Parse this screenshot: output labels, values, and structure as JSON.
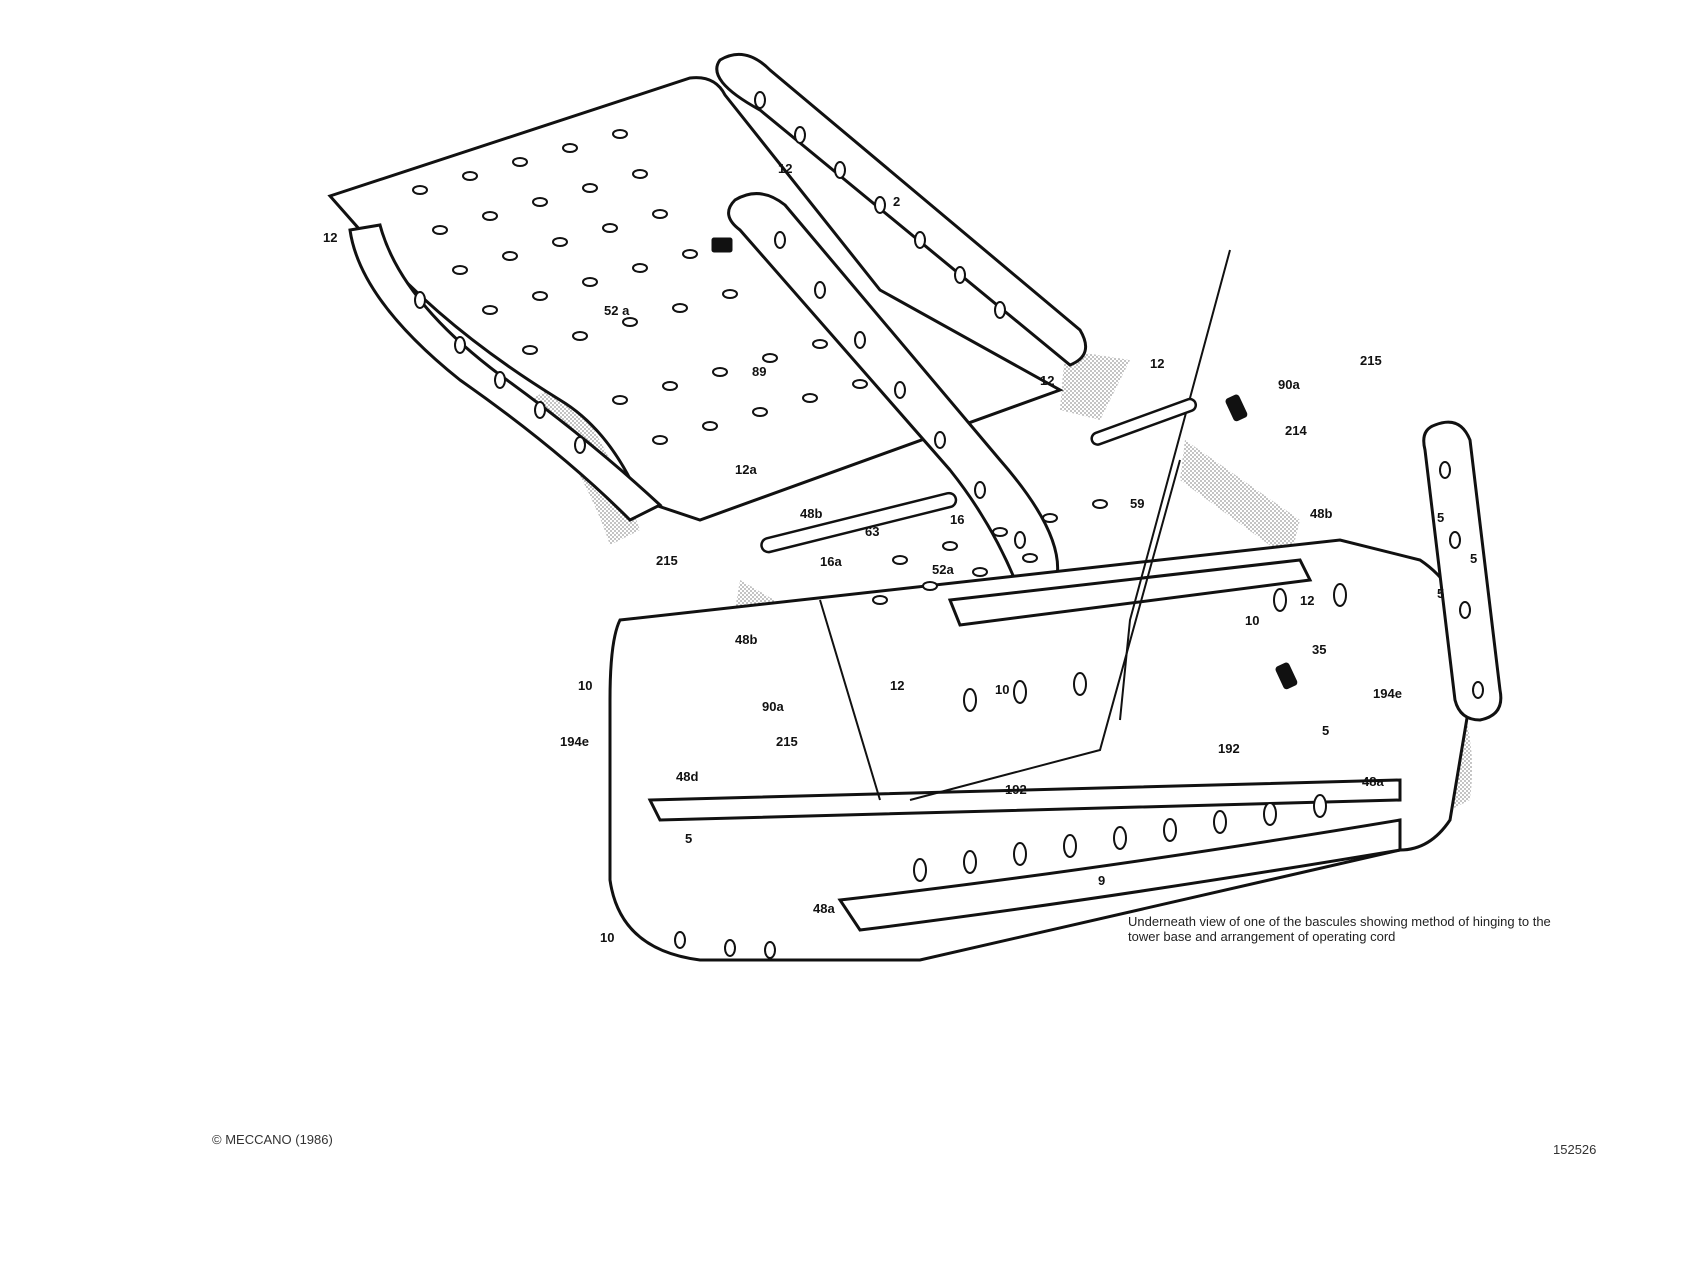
{
  "diagram": {
    "labels": [
      "12",
      "12",
      "2",
      "52 a",
      "89",
      "12",
      "12",
      "215",
      "90a",
      "214",
      "12a",
      "48b",
      "63",
      "16",
      "59",
      "48b",
      "16a",
      "52a",
      "215",
      "48b",
      "12",
      "10",
      "12",
      "5",
      "5",
      "5",
      "10",
      "90a",
      "10",
      "35",
      "194e",
      "215",
      "194e",
      "192",
      "192",
      "48d",
      "5",
      "5",
      "48a",
      "9",
      "48a",
      "10"
    ]
  },
  "caption": "Underneath view of one of the bascules showing method of hinging to the tower base and arrangement of operating cord",
  "copyright": "© MECCANO (1986)",
  "part_number": "152526",
  "colors": {
    "ink": "#111111",
    "shade": "#c8c8c8",
    "paper": "#ffffff"
  }
}
